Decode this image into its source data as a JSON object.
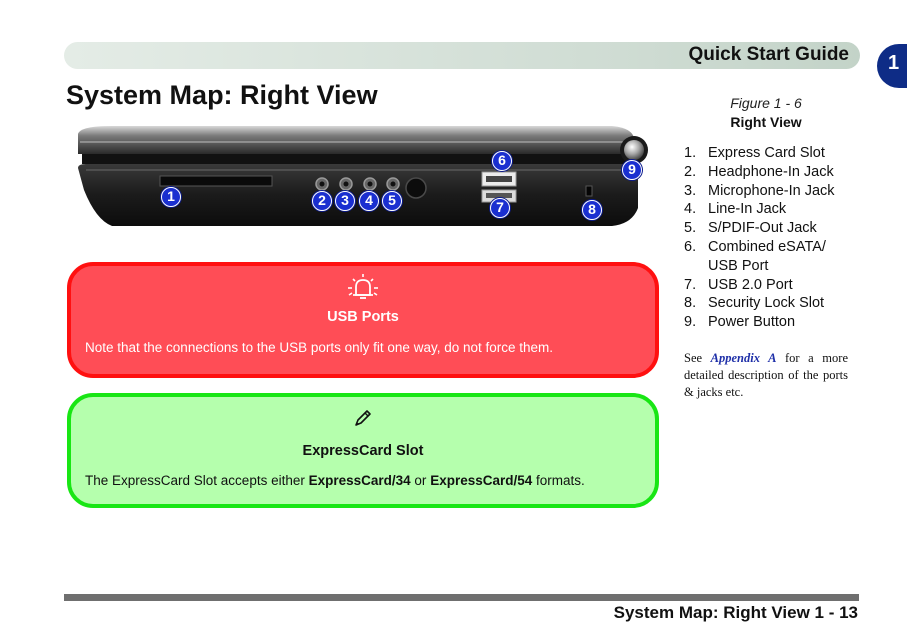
{
  "header": {
    "title": "Quick Start Guide",
    "chapter_number": "1"
  },
  "page_title": "System Map: Right View",
  "figure": {
    "number": "Figure 1 - 6",
    "name": "Right View",
    "callouts": [
      "1",
      "2",
      "3",
      "4",
      "5",
      "6",
      "7",
      "8",
      "9"
    ]
  },
  "ports": [
    {
      "num": "1.",
      "label": "Express Card Slot"
    },
    {
      "num": "2.",
      "label": "Headphone-In Jack"
    },
    {
      "num": "3.",
      "label": "Microphone-In Jack"
    },
    {
      "num": "4.",
      "label": "Line-In Jack"
    },
    {
      "num": "5.",
      "label": "S/PDIF-Out Jack"
    },
    {
      "num": "6.",
      "label": "Combined eSATA/"
    },
    {
      "num": "",
      "label": "USB Port"
    },
    {
      "num": "7.",
      "label": "USB 2.0 Port"
    },
    {
      "num": "8.",
      "label": "Security Lock Slot"
    },
    {
      "num": "9.",
      "label": "Power Button"
    }
  ],
  "see_note": {
    "prefix": "See ",
    "link": "Appendix A",
    "suffix": " for a more detailed description of the ports & jacks etc."
  },
  "notes": {
    "usb": {
      "icon": "alarm-bell-icon",
      "title": "USB Ports",
      "body": "Note that the connections to the USB ports only fit one way, do not force them."
    },
    "expresscard": {
      "icon": "pencil-icon",
      "title": "ExpressCard Slot",
      "body_prefix": "The ExpressCard Slot accepts either ",
      "format_a": "ExpressCard/34",
      "body_mid": " or ",
      "format_b": "ExpressCard/54",
      "body_suffix": " formats."
    }
  },
  "footer": {
    "text": "System Map: Right View 1 - 13"
  },
  "colors": {
    "chapter_tab": "#0e2c86",
    "callout_badge": "#1a2fd0",
    "warning_fill": "#ff4d56",
    "warning_border": "#ff1010",
    "info_fill": "#b5ffad",
    "info_border": "#18e614",
    "link": "#1e2fa8"
  }
}
